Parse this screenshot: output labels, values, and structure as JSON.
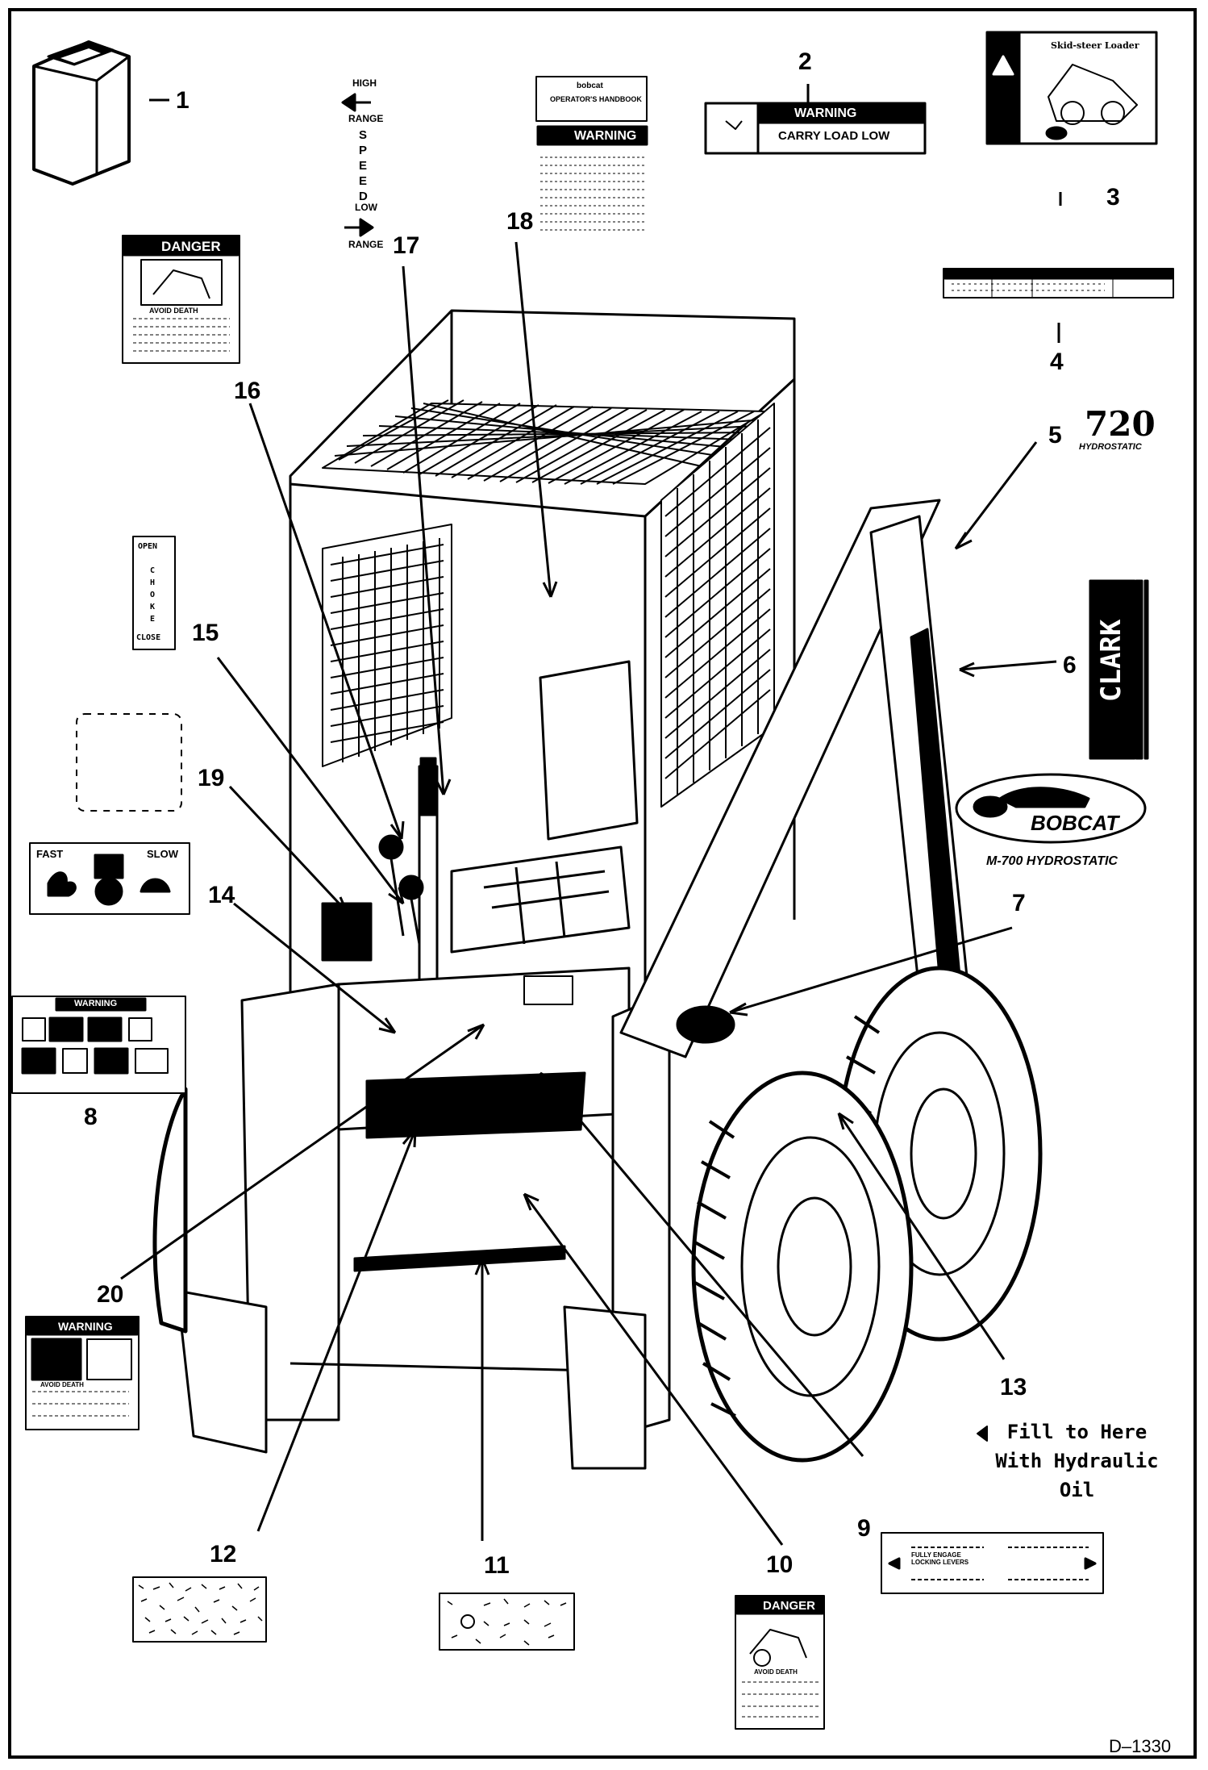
{
  "callouts": {
    "c1": "1",
    "c2": "2",
    "c3": "3",
    "c4": "4",
    "c5": "5",
    "c6": "6",
    "c7": "7",
    "c8": "8",
    "c9": "9",
    "c10": "10",
    "c11": "11",
    "c12": "12",
    "c13": "13",
    "c14": "14",
    "c15": "15",
    "c16": "16",
    "c17": "17",
    "c18": "18",
    "c19": "19",
    "c20": "20"
  },
  "decals": {
    "speed": {
      "high": "HIGH",
      "range": "RANGE",
      "speed": "SPEED",
      "low": "LOW"
    },
    "danger": "DANGER",
    "warning": "WARNING",
    "carry_load_low": "CARRY LOAD LOW",
    "bobcat_header": "bobcat",
    "operators_handbook": "OPERATOR'S HANDBOOK",
    "skid_steer_loader": "Skid-steer Loader",
    "avoid_death": "AVOID DEATH",
    "choke": {
      "open": "OPEN",
      "choke": "CHOKE",
      "close": "CLOSE"
    },
    "throttle": {
      "fast": "FAST",
      "slow": "SLOW"
    },
    "model_number": "720",
    "hydrostatic": "HYDROSTATIC",
    "clark": "CLARK",
    "bobcat_logo": "BOBCAT",
    "m700": "M-700 HYDROSTATIC",
    "hydraulic_fill": "Fill to Here With Hydraulic Oil",
    "full_engage": "FULLY ENGAGE LOCKING LEVERS"
  },
  "figure_id": "D–1330"
}
